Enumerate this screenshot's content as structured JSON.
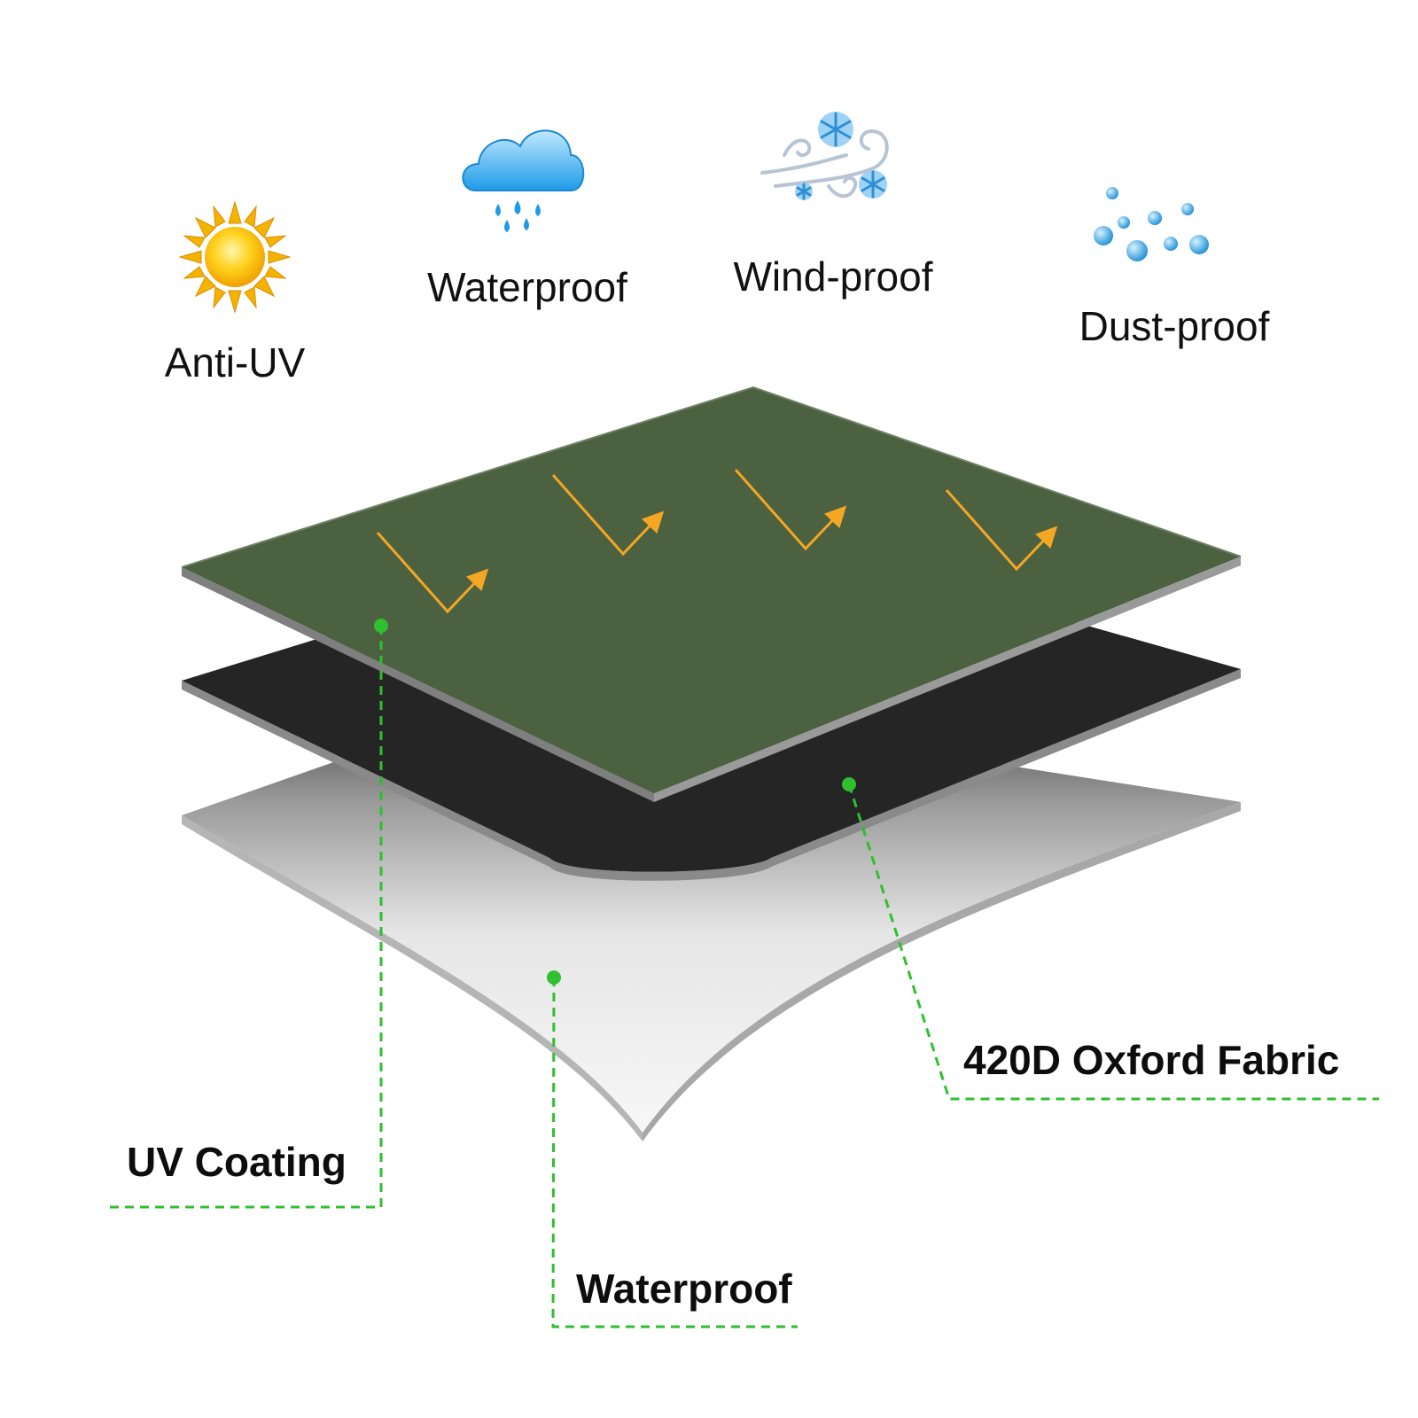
{
  "features": [
    {
      "id": "anti-uv",
      "label": "Anti-UV",
      "icon": "sun-icon"
    },
    {
      "id": "waterproof",
      "label": "Waterproof",
      "icon": "rain-cloud-icon"
    },
    {
      "id": "wind-proof",
      "label": "Wind-proof",
      "icon": "wind-snowflake-icon"
    },
    {
      "id": "dust-proof",
      "label": "Dust-proof",
      "icon": "dust-particles-icon"
    }
  ],
  "layers": [
    {
      "id": "uv-coating",
      "label": "UV Coating",
      "color": "#4b6140"
    },
    {
      "id": "oxford-fabric",
      "label": "420D Oxford Fabric",
      "color": "#252525"
    },
    {
      "id": "waterproof",
      "label": "Waterproof",
      "color": "#f2f2f2"
    }
  ],
  "colors": {
    "leader_line": "#2fbf2f",
    "arrow": "#f5a623",
    "top_layer": "#4b6140",
    "middle_layer": "#252525",
    "bottom_layer": "#f2f2f2"
  }
}
